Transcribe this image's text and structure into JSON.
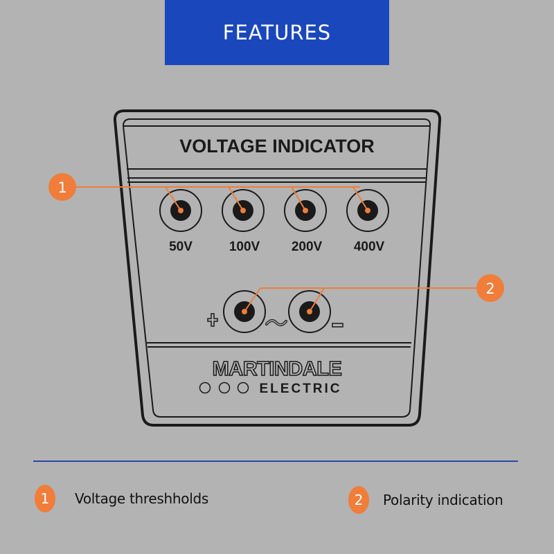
{
  "header": {
    "title": "FEATURES",
    "background": "#1b47bd"
  },
  "device": {
    "title": "VOLTAGE INDICATOR",
    "thresholds": [
      {
        "label": "50V"
      },
      {
        "label": "100V"
      },
      {
        "label": "200V"
      },
      {
        "label": "400V"
      }
    ],
    "polarity": {
      "plus": "+",
      "ac": "~",
      "minus": "−"
    },
    "brand": {
      "name": "MARTINDALE",
      "sub": "ELECTRIC"
    }
  },
  "callouts": [
    {
      "number": "1",
      "color": "#f07d3a"
    },
    {
      "number": "2",
      "color": "#f07d3a"
    }
  ],
  "legend": [
    {
      "number": "1",
      "label": "Voltage threshholds"
    },
    {
      "number": "2",
      "label": "Polarity indication"
    }
  ],
  "colors": {
    "background": "#b3b3b3",
    "accent": "#f07d3a",
    "divider": "#2a46a8",
    "ink": "#1a1a1a"
  }
}
